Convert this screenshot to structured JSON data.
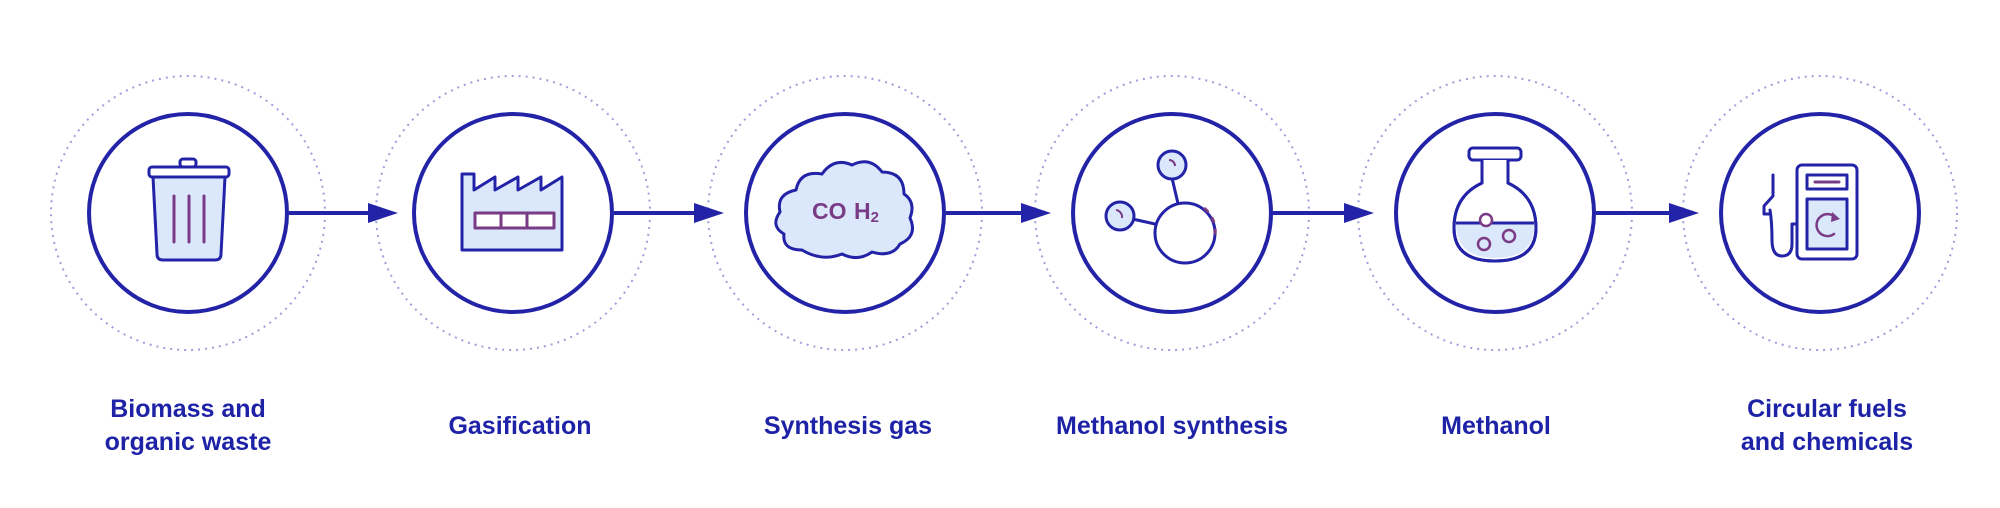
{
  "colors": {
    "primary": "#2323a8",
    "label": "#1d22a6",
    "halo": "#9e9edc",
    "icon_fill": "#dbe8fb",
    "accent": "#7a3b86"
  },
  "stages": [
    {
      "label_lines": [
        "Biomass and",
        "organic waste"
      ],
      "icon": "trash-bin-icon"
    },
    {
      "label_lines": [
        "Gasification"
      ],
      "icon": "factory-icon"
    },
    {
      "label_lines": [
        "Synthesis gas"
      ],
      "icon": "gas-cloud-icon",
      "icon_text": {
        "co": "CO",
        "h": "H",
        "sub": "2"
      }
    },
    {
      "label_lines": [
        "Methanol synthesis"
      ],
      "icon": "molecule-icon"
    },
    {
      "label_lines": [
        "Methanol"
      ],
      "icon": "flask-icon"
    },
    {
      "label_lines": [
        "Circular fuels",
        "and chemicals"
      ],
      "icon": "fuel-pump-icon"
    }
  ]
}
